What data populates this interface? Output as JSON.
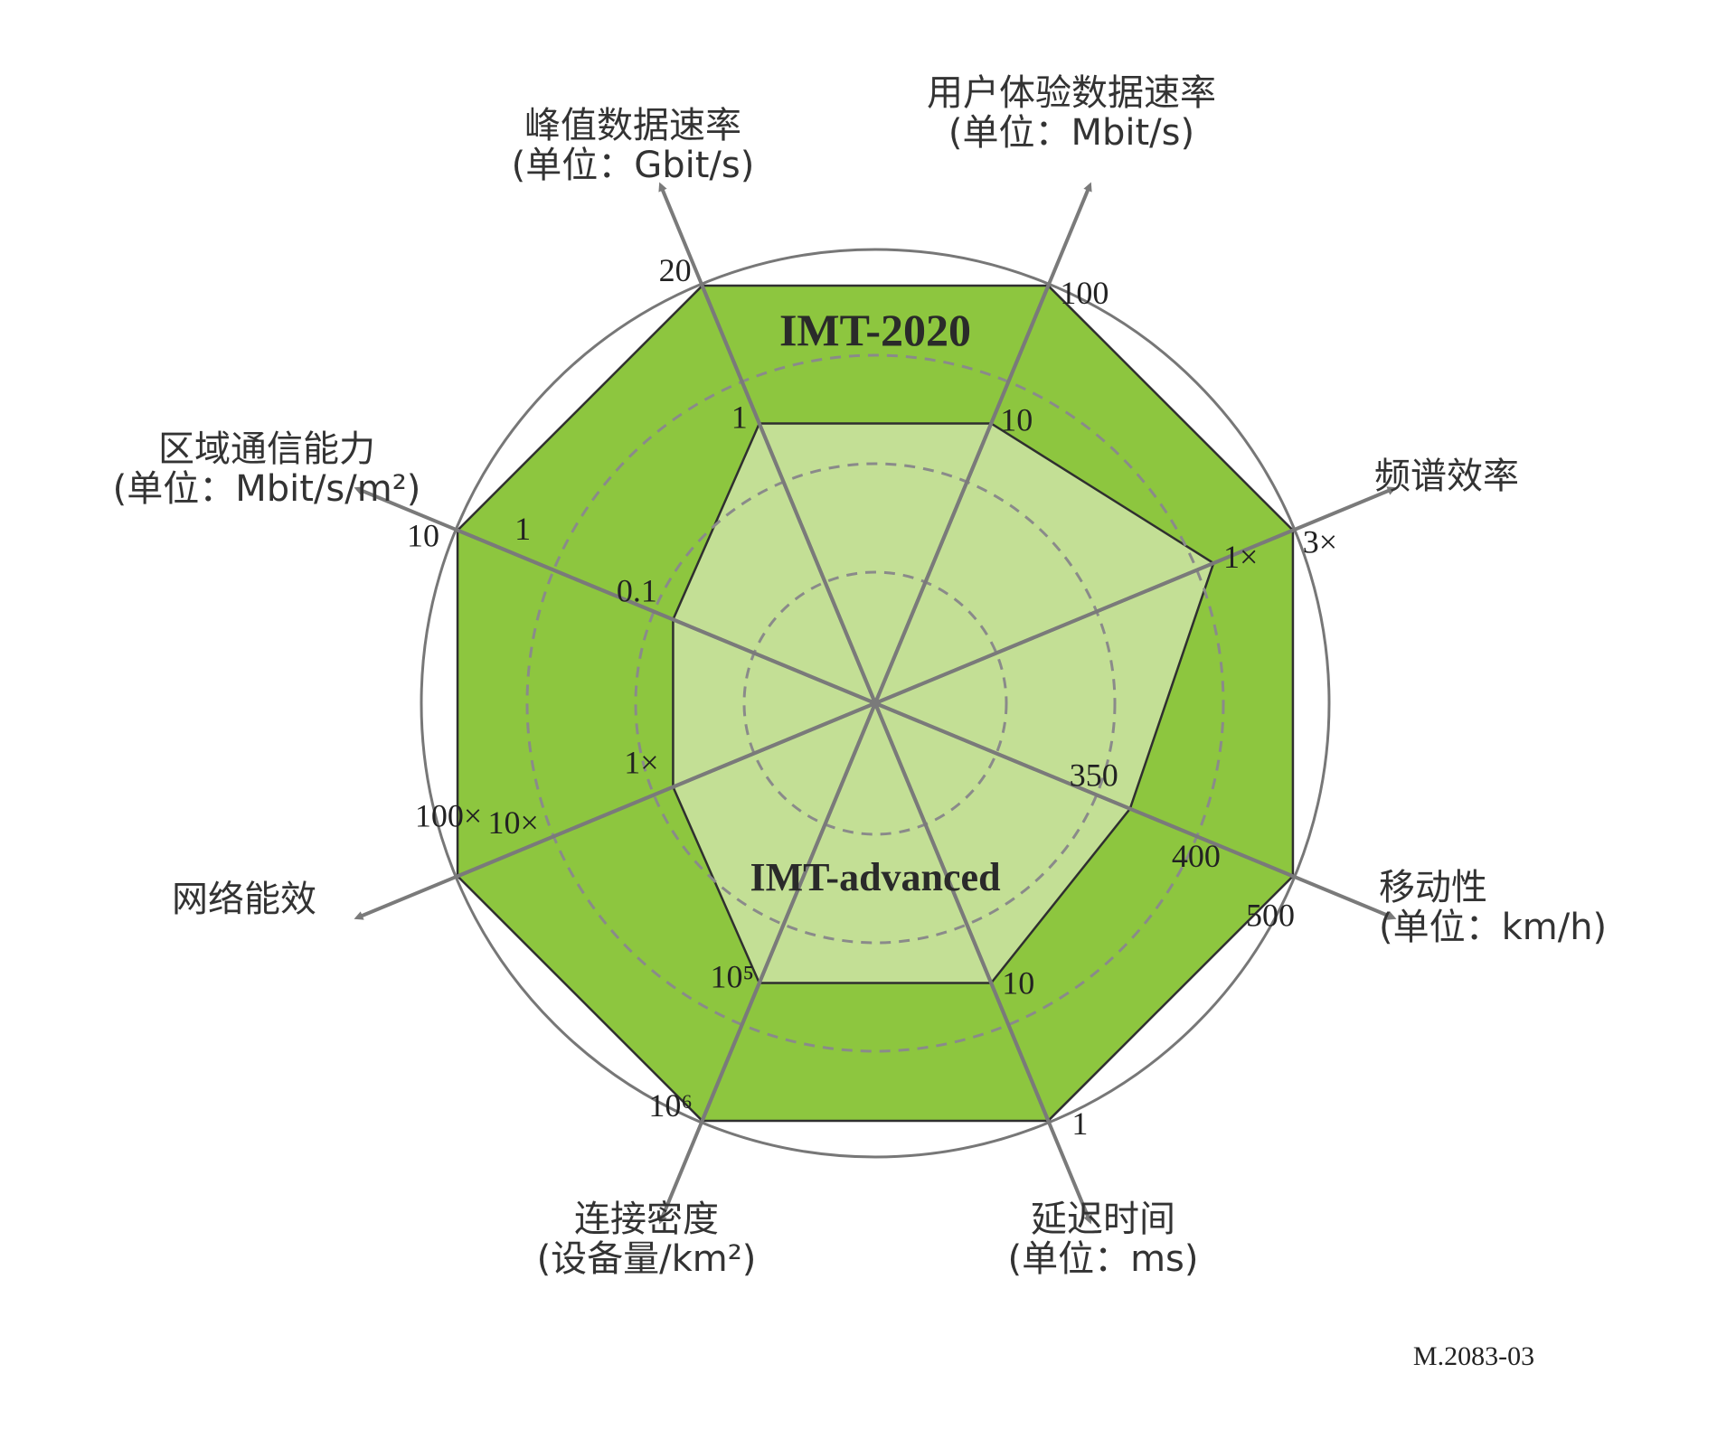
{
  "chart_data": {
    "type": "radar",
    "figure_id": "M.2083-03",
    "colors": {
      "imt2020_fill": "#8dc63f",
      "imt_advanced_fill": "#c3df95",
      "outline": "#2f2f2f",
      "axis": "#7a7a7a",
      "ring": "#8a8a8a",
      "outer_circle": "#777777"
    },
    "series": [
      {
        "name": "IMT-2020",
        "level": "outer"
      },
      {
        "name": "IMT-advanced",
        "level": "inner"
      }
    ],
    "axes": [
      {
        "key": "peak_rate",
        "label": "峰值数据速率",
        "unit": "(单位：Gbit/s)",
        "imt_2020": "20",
        "imt_advanced": "1",
        "mid": ""
      },
      {
        "key": "user_rate",
        "label": "用户体验数据速率",
        "unit": "(单位：Mbit/s)",
        "imt_2020": "100",
        "imt_advanced": "10",
        "mid": ""
      },
      {
        "key": "spectrum_eff",
        "label": "频谱效率",
        "unit": "",
        "imt_2020": "3×",
        "imt_advanced": "1×",
        "mid": ""
      },
      {
        "key": "mobility",
        "label": "移动性",
        "unit": "(单位：km/h)",
        "imt_2020": "500",
        "imt_advanced": "350",
        "mid": "400"
      },
      {
        "key": "latency",
        "label": "延迟时间",
        "unit": "(单位：ms)",
        "imt_2020": "1",
        "imt_advanced": "10",
        "mid": ""
      },
      {
        "key": "conn_density",
        "label": "连接密度",
        "unit": "(设备量/km²)",
        "imt_2020": "10⁶",
        "imt_advanced": "10⁵",
        "mid": ""
      },
      {
        "key": "net_energy",
        "label": "网络能效",
        "unit": "",
        "imt_2020": "100×",
        "imt_advanced": "1×",
        "mid": "10×"
      },
      {
        "key": "area_traffic",
        "label": "区域通信能力",
        "unit": "(单位：Mbit/s/m²)",
        "imt_2020": "10",
        "imt_advanced": "0.1",
        "mid": "1"
      }
    ]
  }
}
